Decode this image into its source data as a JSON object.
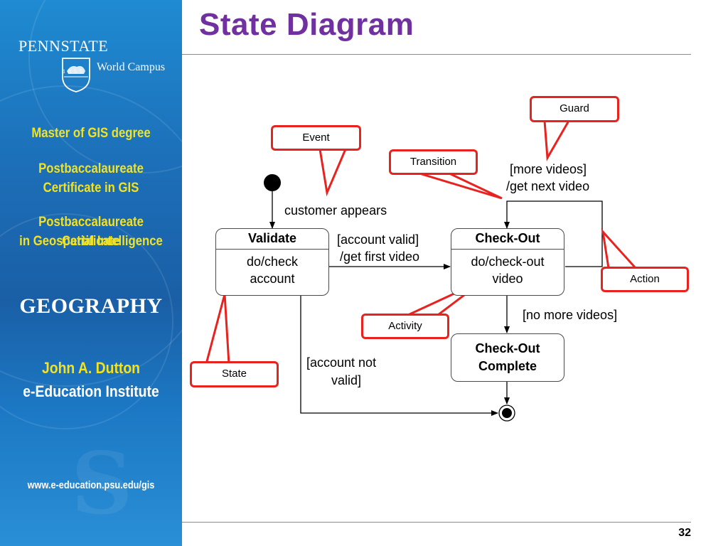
{
  "sidebar": {
    "logo_title": "PENNSTATE",
    "logo_sub": "World Campus",
    "shield_year": "1 8 5 5",
    "items": [
      {
        "label": "Master of GIS degree"
      },
      {
        "label_line1": "Postbaccalaureate",
        "label_line2": "Certificate in GIS"
      },
      {
        "label_line1": "Postbaccalaureate Certificate",
        "label_line2": "in Geospatial Intelligence"
      }
    ],
    "department": "GEOGRAPHY",
    "institute_name": "John A. Dutton",
    "institute_sub": "e-Education Institute",
    "url": "www.e-education.psu.edu/gis"
  },
  "slide": {
    "title": "State Diagram",
    "page_number": "32"
  },
  "diagram": {
    "states": {
      "validate": {
        "name": "Validate",
        "activity_line1": "do/check",
        "activity_line2": "account"
      },
      "checkout": {
        "name": "Check-Out",
        "activity_line1": "do/check-out",
        "activity_line2": "video"
      },
      "complete": {
        "name_line1": "Check-Out",
        "name_line2": "Complete"
      }
    },
    "transitions": {
      "start": "customer appears",
      "valid_line1": "[account valid]",
      "valid_line2": "/get first video",
      "loop_line1": "[more videos]",
      "loop_line2": "/get next video",
      "no_more": "[no more videos]",
      "invalid_line1": "[account not",
      "invalid_line2": "valid]"
    },
    "callouts": {
      "event": "Event",
      "transition": "Transition",
      "guard": "Guard",
      "action": "Action",
      "activity": "Activity",
      "state": "State"
    },
    "colors": {
      "callout_border": "#e8231f",
      "title": "#7030a0",
      "sidebar_heading": "#f3e21f"
    }
  }
}
